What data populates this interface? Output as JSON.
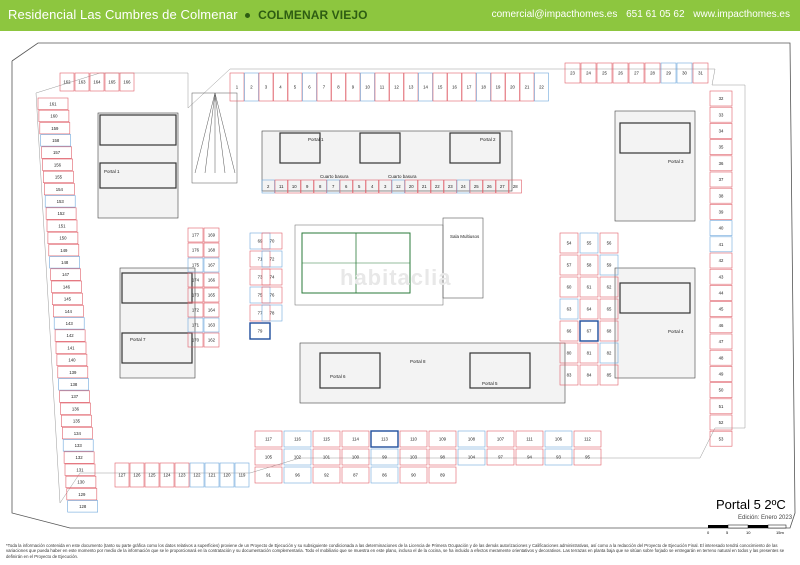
{
  "header": {
    "title": "Residencial Las Cumbres de Colmenar",
    "subtitle": "COLMENAR VIEJO",
    "email": "comercial@impacthomes.es",
    "phone": "651 61 05 62",
    "website": "www.impacthomes.es"
  },
  "labels": {
    "portal1": "Portal 1",
    "portal2": "Portal 2",
    "portal3": "Portal 3",
    "portal4": "Portal 4",
    "portal5": "Portal 5",
    "portal6": "Portal 6",
    "portal7": "Portal 7",
    "portal8": "Portal 8",
    "cuarto_basura": "Cuarto basura",
    "sala_multiusos": "Sala Multiusos",
    "watermark": "habitaclia"
  },
  "legend": {
    "portal": "Portal 5   2ºC",
    "edition": "Edición: Enero 2023",
    "scale_ticks": [
      "0",
      "5",
      "10",
      "15m"
    ]
  },
  "footnote": "*Toda la información contenida en este documento (tanto su parte gráfica como los datos relativos a superficies) proviene de un Proyecto de Ejecución y su subsiguiente condicionada a las determinaciones de la Licencia de Primera Ocupación y de las demás autorizaciones y Calificaciones administrativas, así como a la redacción del Proyecto de Ejecución Final. El interesado tendrá conocimiento de las variaciones que pueda haber en este momento por medio de la información que se le proporcionará en la contratación y su documentación complementaria. Todo el mobiliario que se muestra en este plano, incluso el de la cocina, se ha incluido a efectos meramente orientativos y decorativos. Las terrazas en planta baja que se sitúan sobre forjado se entregarán en terreno natural en todos y las presentes se definirán en el Proyecto de Ejecución.",
  "colors": {
    "brand_green": "#8dc63f",
    "brand_dark": "#2e5d12",
    "parking_red": "#e0606a",
    "storage_blue": "#6fa8dc",
    "highlight_blue": "#1f4e9c",
    "court_green": "#2a7a3a"
  },
  "spaces": {
    "top_row": [
      "1",
      "2",
      "3",
      "4",
      "5",
      "6",
      "7",
      "8",
      "9",
      "10",
      "11",
      "12",
      "13",
      "14",
      "15",
      "16",
      "17",
      "18",
      "19",
      "20",
      "21",
      "22"
    ],
    "top_right": [
      "23",
      "24",
      "25",
      "26",
      "27",
      "28",
      "29",
      "30",
      "31"
    ],
    "right_col": [
      "32",
      "33",
      "34",
      "35",
      "36",
      "37",
      "38",
      "39",
      "40",
      "41",
      "42",
      "43",
      "44",
      "45",
      "46",
      "47",
      "48",
      "49",
      "50",
      "51",
      "52",
      "53"
    ],
    "left_col": [
      "161",
      "160",
      "159",
      "158",
      "157",
      "156",
      "155",
      "154",
      "153",
      "152",
      "151",
      "150",
      "149",
      "148",
      "147",
      "146",
      "145",
      "144",
      "143",
      "142",
      "141",
      "140",
      "139",
      "138",
      "137",
      "136",
      "135",
      "134",
      "133",
      "132",
      "131",
      "130",
      "129",
      "128"
    ],
    "bottom_left": [
      "127",
      "126",
      "125",
      "124",
      "123",
      "122",
      "121",
      "120",
      "119"
    ],
    "inner_row": [
      "2",
      "11",
      "10",
      "9",
      "8",
      "7",
      "6",
      "5",
      "4",
      "3",
      "12",
      "20",
      "21",
      "22",
      "23",
      "24",
      "25",
      "26",
      "27",
      "28"
    ],
    "mid_left": [
      "177",
      "176",
      "175",
      "174",
      "173",
      "172",
      "171",
      "170",
      "169",
      "168",
      "167",
      "166",
      "165",
      "164",
      "163",
      "162"
    ],
    "mid_blue": [
      "69",
      "70",
      "71",
      "72",
      "73",
      "74",
      "75",
      "76",
      "77",
      "78",
      "79"
    ],
    "bottom_mid": [
      "117",
      "116",
      "115",
      "114",
      "113",
      "110",
      "109",
      "108",
      "107",
      "111",
      "106",
      "112",
      "105",
      "102",
      "101",
      "100",
      "99",
      "103",
      "98",
      "104",
      "97",
      "94",
      "93",
      "95",
      "91",
      "96",
      "92",
      "87",
      "86",
      "90",
      "89"
    ],
    "right_mid": [
      "54",
      "55",
      "56",
      "57",
      "58",
      "59",
      "60",
      "61",
      "62",
      "63",
      "64",
      "65",
      "66",
      "67",
      "68",
      "80",
      "81",
      "82",
      "83",
      "84",
      "85"
    ],
    "far_top": [
      "162",
      "163",
      "164",
      "165",
      "166"
    ]
  }
}
